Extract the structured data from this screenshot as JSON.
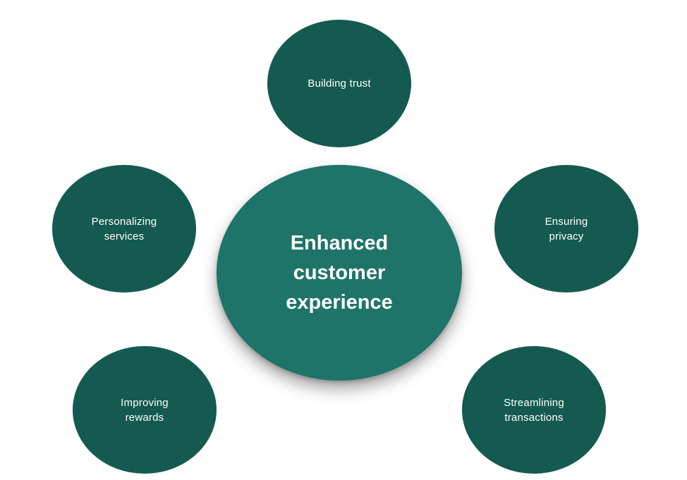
{
  "center": {
    "lines": [
      "Enhanced",
      "customer",
      "experience"
    ]
  },
  "nodes": {
    "building_trust": {
      "lines": [
        "Building trust"
      ]
    },
    "personalizing_services": {
      "lines": [
        "Personalizing",
        "services"
      ]
    },
    "ensuring_privacy": {
      "lines": [
        "Ensuring",
        "privacy"
      ]
    },
    "improving_rewards": {
      "lines": [
        "Improving",
        "rewards"
      ]
    },
    "streamlining_transactions": {
      "lines": [
        "Streamlining",
        "transactions"
      ]
    }
  },
  "colors": {
    "outer_node": "#155a50",
    "center_node": "#1e7469",
    "text": "#ffffff",
    "background": "#ffffff"
  }
}
